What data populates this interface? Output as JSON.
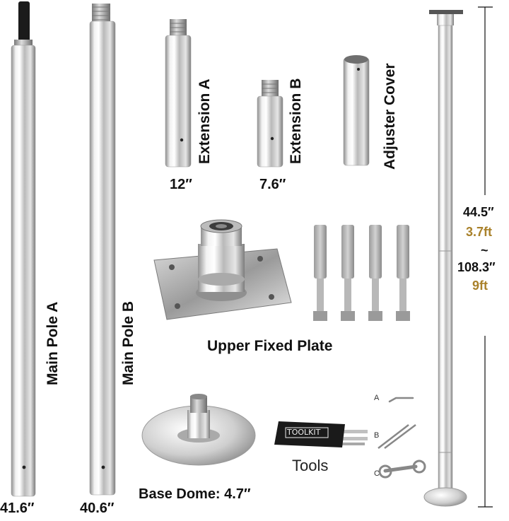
{
  "parts": {
    "main_pole_a": {
      "label": "Main Pole A",
      "length": "41.6″"
    },
    "main_pole_b": {
      "label": "Main Pole B",
      "length": "40.6″"
    },
    "extension_a": {
      "label": "Extension A",
      "length": "12″"
    },
    "extension_b": {
      "label": "Extension B",
      "length": "7.6″"
    },
    "adjuster_cover": {
      "label": "Adjuster Cover"
    },
    "upper_fixed_plate": {
      "label": "Upper Fixed Plate"
    },
    "base_dome": {
      "label": "Base Dome: 4.7″"
    },
    "tools": {
      "label": "Tools",
      "toolkit_text": "TOOLKIT",
      "items": [
        "A",
        "B",
        "C"
      ]
    }
  },
  "height_range": {
    "min_in": "44.5″",
    "min_ft": "3.7ft",
    "separator": "~",
    "max_in": "108.3″",
    "max_ft": "9ft"
  },
  "colors": {
    "accent_gold": "#a9812a",
    "text": "#111111"
  }
}
